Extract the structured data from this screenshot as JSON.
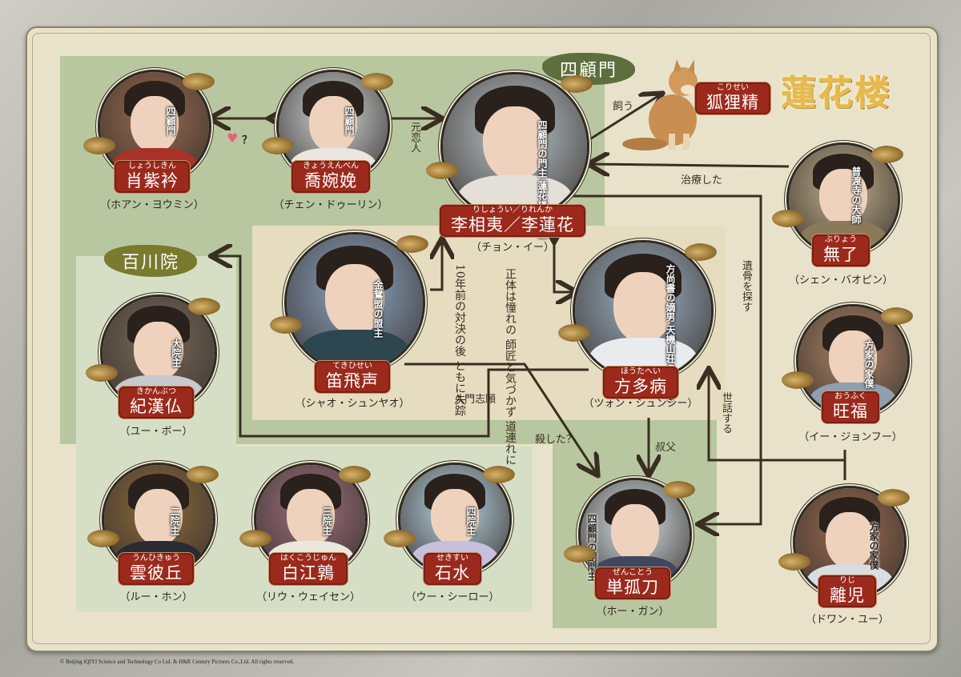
{
  "logo": "蓮花楼",
  "groups": {
    "shikomon": "四顧門",
    "hyakusenin": "百川院"
  },
  "colors": {
    "plate": "#9c2a1c",
    "group_shikomon": "#5e6e3c",
    "group_hyakusenin": "#7a7a2e",
    "zone_green": "#b9c7a0",
    "zone_light": "#d6dfc6",
    "paper": "#e9e2ca",
    "line": "#3a2e22"
  },
  "characters": [
    {
      "id": "shoshikin",
      "ruby": "しょうしきん",
      "name": "肖紫衿",
      "role": "四顧門",
      "actor": "（ホアン・ヨウミン）"
    },
    {
      "id": "kyoenben",
      "ruby": "きょうえんべん",
      "name": "喬婉娩",
      "role": "四顧門",
      "actor": "（チェン・ドゥーリン）"
    },
    {
      "id": "rishoui",
      "ruby": "りしょうい／りれんか",
      "name": "李相夷／李蓮花",
      "role": "四顧門の門主 蓮花楼の神医",
      "actor": "（チョン・イー）"
    },
    {
      "id": "korisei",
      "ruby": "こりせい",
      "name": "狐狸精"
    },
    {
      "id": "buryo",
      "ruby": "ぶりょう",
      "name": "無了",
      "role": "普渡寺の大師",
      "actor": "（シェン・バオピン）"
    },
    {
      "id": "tekihisei",
      "ruby": "てきひせい",
      "name": "笛飛声",
      "role": "金鴛盟の盟主",
      "actor": "（シャオ・シュンヤオ）"
    },
    {
      "id": "hotahei",
      "ruby": "ほうたへい",
      "name": "方多病",
      "role": "方尚書の嫡男 天機山荘の後継ぎ",
      "actor": "（ツォン・シュンシー）"
    },
    {
      "id": "ofuku",
      "ruby": "おうふく",
      "name": "旺福",
      "role": "方家の家僕",
      "actor": "（イー・ジョンフー）"
    },
    {
      "id": "kikanbutsu",
      "ruby": "きかんぶつ",
      "name": "紀漢仏",
      "role": "大院主",
      "actor": "（ユー・ボー）"
    },
    {
      "id": "unhikyu",
      "ruby": "うんひきゅう",
      "name": "雲彼丘",
      "role": "二院主",
      "actor": "（ルー・ホン）"
    },
    {
      "id": "hakukojun",
      "ruby": "はくこうじゅん",
      "name": "白江鶉",
      "role": "三院主",
      "actor": "（リウ・ウェイセン）"
    },
    {
      "id": "sekisui",
      "ruby": "せきすい",
      "name": "石水",
      "role": "四院主",
      "actor": "（ウー・シーロー）"
    },
    {
      "id": "zenkoto",
      "ruby": "ぜんことう",
      "name": "単孤刀",
      "role": "四顧門の副門主",
      "actor": "（ホー・ガン）"
    },
    {
      "id": "riji",
      "ruby": "りじ",
      "name": "離児",
      "role": "方家の家僕",
      "actor": "（ドワン・ユー）"
    }
  ],
  "relations": {
    "love_question": "？",
    "ex_lover": "元恋人",
    "keeps": "飼う",
    "treated": "治療した",
    "vanished": "10年前の対決の後 ともに失踪",
    "unaware": "正体は憧れの 師匠と気づかず 道連れに",
    "apply": "入門志願",
    "killed": "殺した？",
    "uncle": "叔父",
    "search_remains": "遺骨を探す",
    "cares": "世話する"
  },
  "copyright": "© Beijing iQIYI Science and Technology Co Ltd. & H&R Century Pictures Co.,Ltd. All rights reserved."
}
